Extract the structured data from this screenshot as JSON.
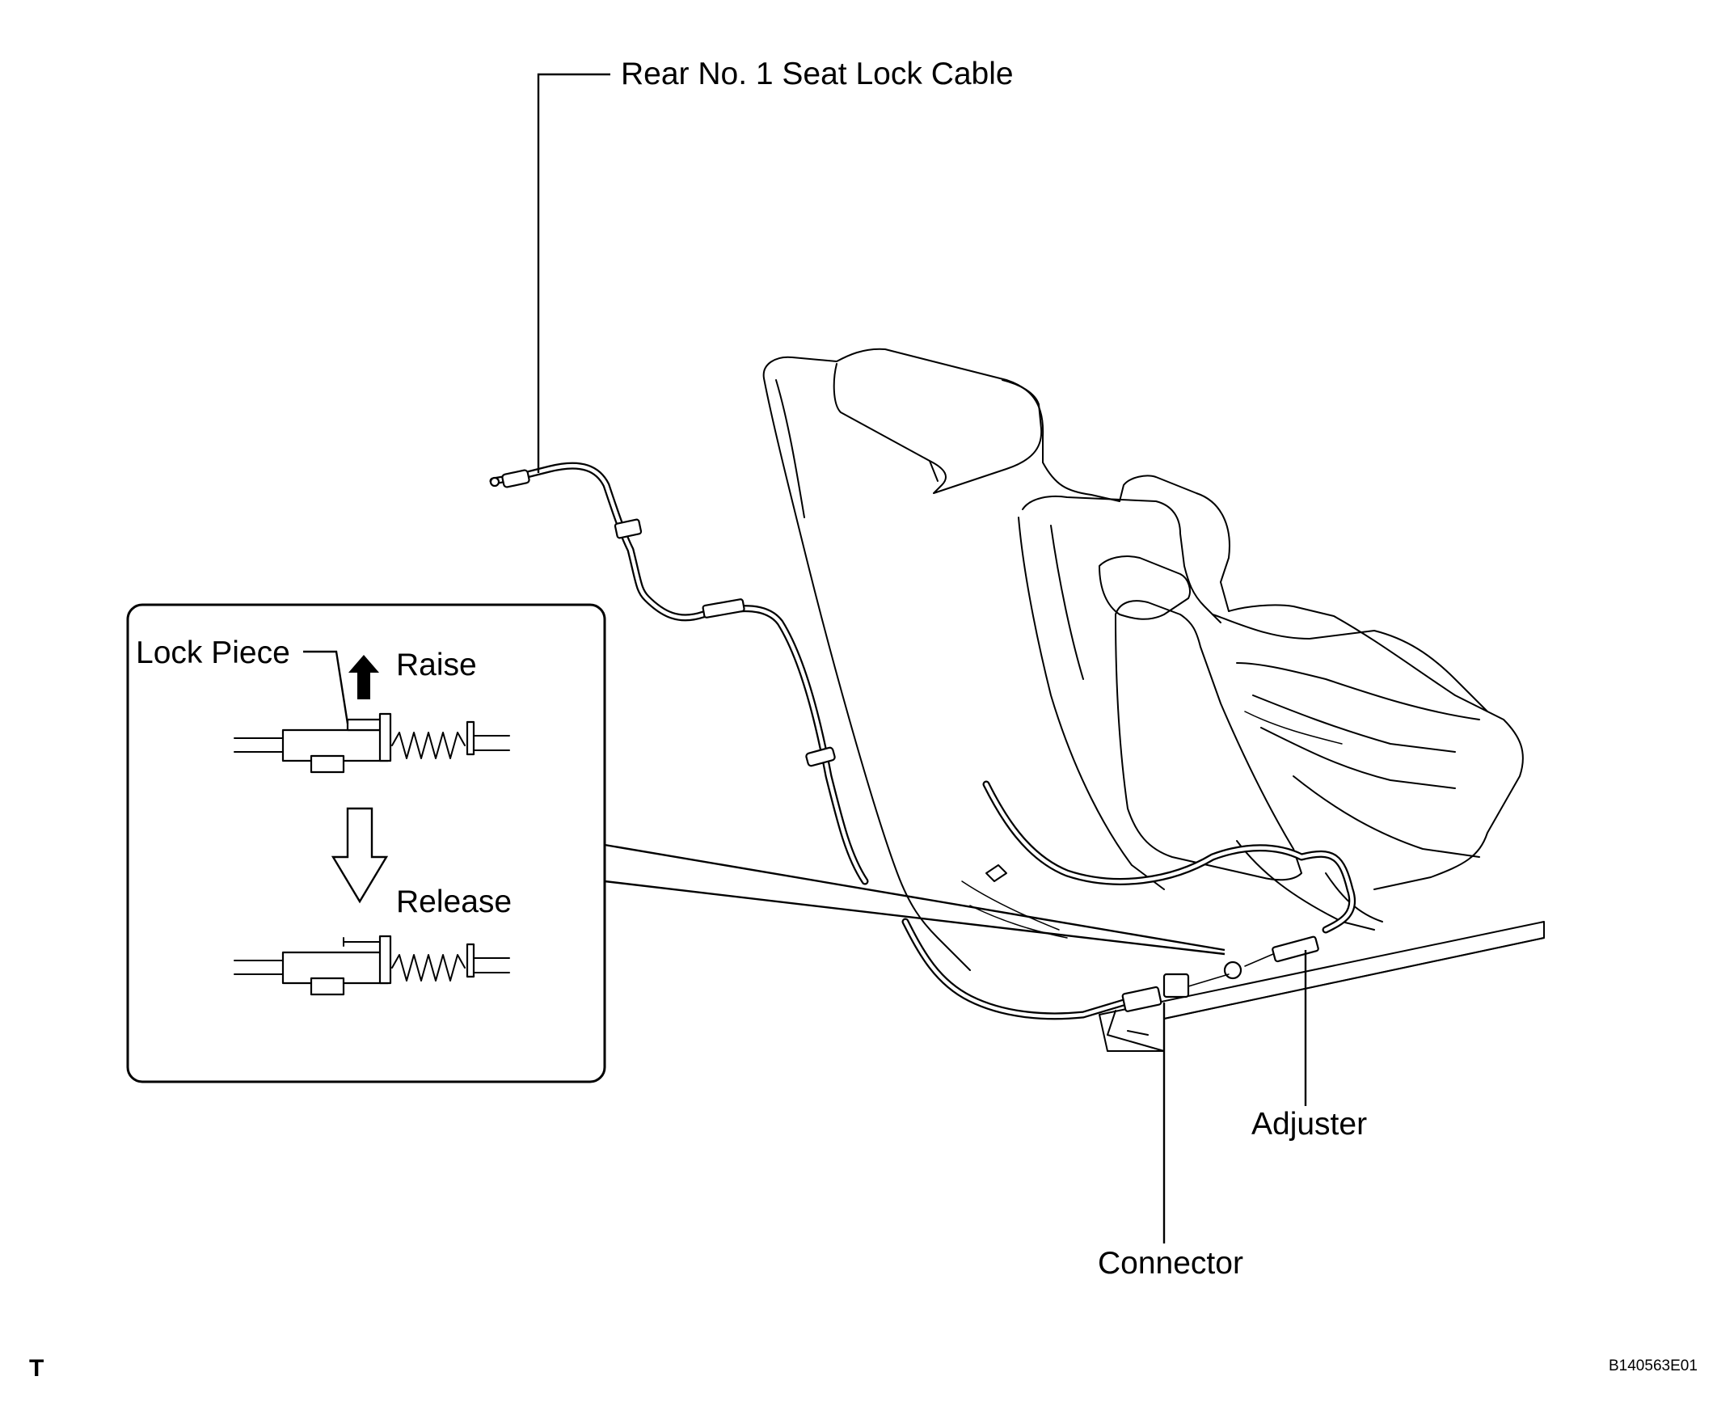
{
  "labels": {
    "seat_lock_cable": "Rear No. 1 Seat Lock Cable",
    "lock_piece": "Lock Piece",
    "raise": "Raise",
    "release": "Release",
    "adjuster": "Adjuster",
    "connector": "Connector"
  },
  "footer": {
    "corner_mark": "T",
    "figure_code": "B140563E01"
  }
}
